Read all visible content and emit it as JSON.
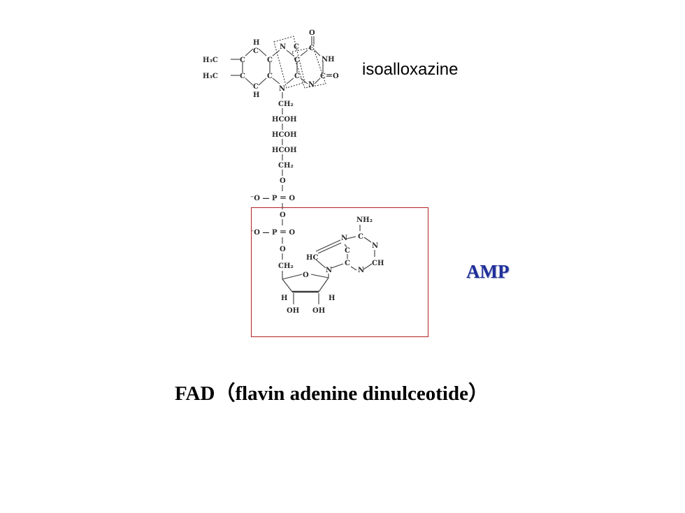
{
  "labels": {
    "isoalloxazine": "isoalloxazine",
    "amp": "AMP",
    "caption": "FAD（flavin adenine dinulceotide）"
  },
  "structure": {
    "ring_h_top": "H",
    "ring_c_top": "C",
    "ring_n_top": "N",
    "ring_c_top2": "C",
    "ring_c_top3": "C",
    "ring_o_top": "O",
    "ring_nh": "NH",
    "ring_h3c_1": "H₃C",
    "ring_h3c_2": "H₃C",
    "ring_c_l1": "C",
    "ring_c_l2": "C",
    "ring_c_m1": "C",
    "ring_c_m2": "C",
    "ring_c_m3": "C",
    "ring_c_m4": "C",
    "ring_c_b": "C",
    "ring_h_bot": "H",
    "ring_n_bot": "N",
    "ring_c_r": "C",
    "ring_n_r": "N",
    "ring_c_eq_o": "C＝O",
    "chain_ch2_1": "CH₂",
    "chain_hcoh_1": "HCOH",
    "chain_hcoh_2": "HCOH",
    "chain_hcoh_3": "HCOH",
    "chain_ch2_2": "CH₂",
    "chain_o_1": "O",
    "phos_1": "⁻O — P ＝ O",
    "chain_o_2": "O",
    "phos_2": "⁻O — P ＝ O",
    "chain_o_3": "O",
    "chain_ch2_3": "CH₂",
    "ade_nh2": "NH₂",
    "ade_n1": "N",
    "ade_c6": "C",
    "ade_n_r": "N",
    "ade_hc": "HC",
    "ade_c5": "C",
    "ade_c4": "C",
    "ade_n9": "N",
    "ade_n3": "N",
    "ade_ch": "CH",
    "rib_o": "O",
    "rib_h1": "H",
    "rib_h2": "H",
    "rib_oh1": "OH",
    "rib_oh2": "OH"
  }
}
